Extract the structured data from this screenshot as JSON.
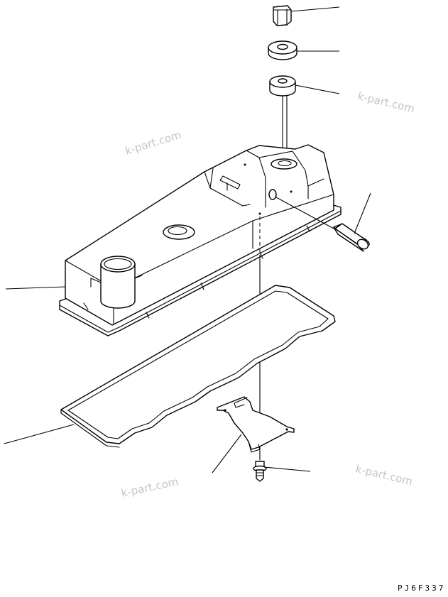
{
  "watermarks": [
    {
      "text": "k-part.com"
    },
    {
      "text": "k-part.com"
    },
    {
      "text": "k-part.com"
    },
    {
      "text": "k-part.com"
    }
  ],
  "drawing_code": "PJ6F337",
  "colors": {
    "line": "#000000",
    "watermark": "#c4c4c4",
    "background": "#ffffff"
  }
}
